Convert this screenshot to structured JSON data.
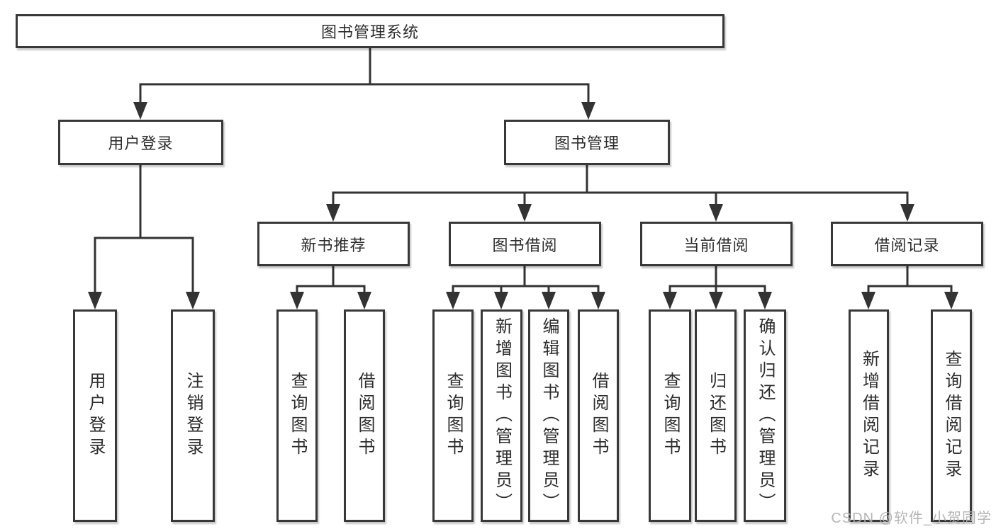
{
  "tree": {
    "root": {
      "label": "图书管理系统"
    },
    "branches": [
      {
        "label": "用户登录",
        "children": [
          {
            "label": "用户登录"
          },
          {
            "label": "注销登录"
          }
        ]
      },
      {
        "label": "图书管理",
        "children": [
          {
            "label": "新书推荐",
            "children": [
              {
                "label": "查询图书"
              },
              {
                "label": "借阅图书"
              }
            ]
          },
          {
            "label": "图书借阅",
            "children": [
              {
                "label": "查询图书"
              },
              {
                "label": "新增图书（管理员）"
              },
              {
                "label": "编辑图书（管理员）"
              },
              {
                "label": "借阅图书"
              }
            ]
          },
          {
            "label": "当前借阅",
            "children": [
              {
                "label": "查询图书"
              },
              {
                "label": "归还图书"
              },
              {
                "label": "确认归还（管理员）"
              }
            ]
          },
          {
            "label": "借阅记录",
            "children": [
              {
                "label": "新增借阅记录"
              },
              {
                "label": "查询借阅记录"
              }
            ]
          }
        ]
      }
    ]
  },
  "watermark": {
    "text": "CSDN @软件_小贺同学"
  },
  "colors": {
    "line": "#333333",
    "box_border": "#383838",
    "text": "#2d2d2d",
    "watermark": "#b0b0b0",
    "background": "#ffffff"
  }
}
